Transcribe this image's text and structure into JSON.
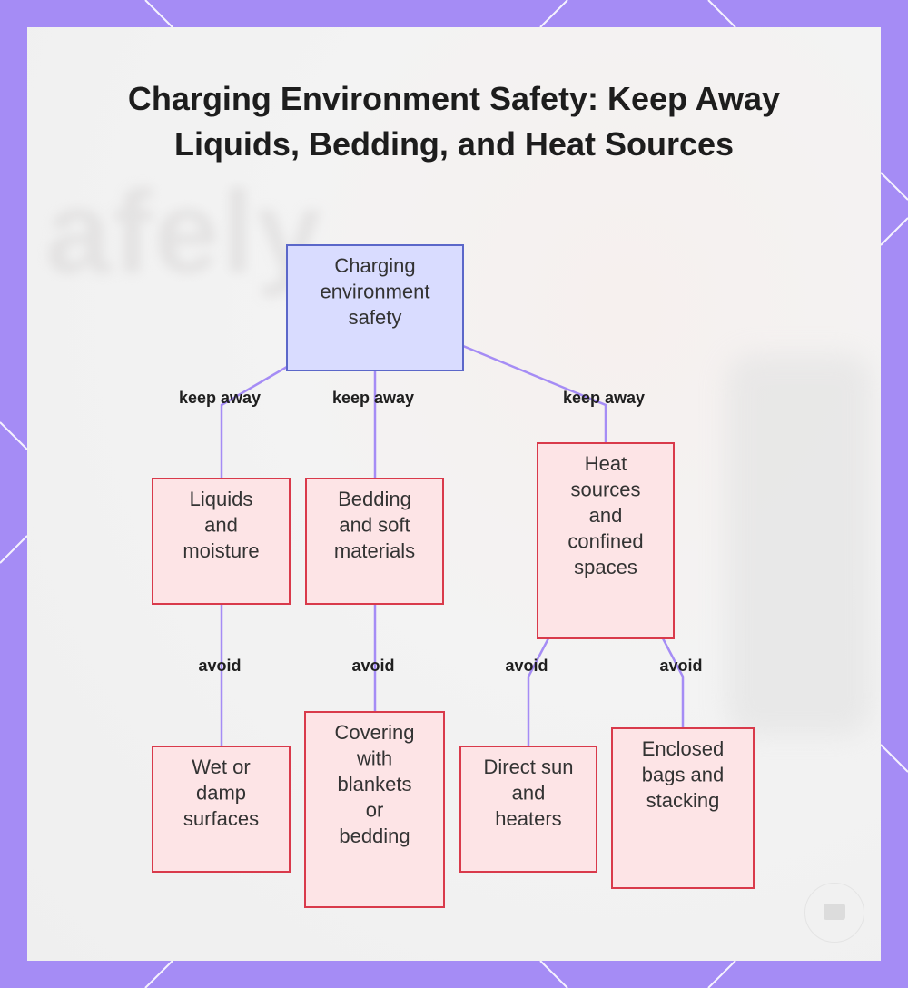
{
  "title": "Charging Environment Safety: Keep Away Liquids, Bedding, and Heat Sources",
  "colors": {
    "background": "#a58cf5",
    "root_fill": "#d9dcff",
    "root_stroke": "#5b67c9",
    "node_fill": "#fde4e6",
    "node_stroke": "#d93a4b",
    "edge": "#a58cf5"
  },
  "diagram": {
    "root": {
      "lines": [
        "Charging",
        "environment",
        "safety"
      ]
    },
    "categories": [
      {
        "lines": [
          "Liquids",
          "and",
          "moisture"
        ]
      },
      {
        "lines": [
          "Bedding",
          "and soft",
          "materials"
        ]
      },
      {
        "lines": [
          "Heat",
          "sources",
          "and",
          "confined",
          "spaces"
        ]
      }
    ],
    "leaves": [
      {
        "lines": [
          "Wet or",
          "damp",
          "surfaces"
        ]
      },
      {
        "lines": [
          "Covering",
          "with",
          "blankets",
          "or",
          "bedding"
        ]
      },
      {
        "lines": [
          "Direct sun",
          "and",
          "heaters"
        ]
      },
      {
        "lines": [
          "Enclosed",
          "bags and",
          "stacking"
        ]
      }
    ],
    "edge_labels": {
      "root_to_categories": "keep away",
      "categories_to_leaves": "avoid"
    }
  },
  "icons": {
    "chat": "chat-bubble-icon"
  }
}
